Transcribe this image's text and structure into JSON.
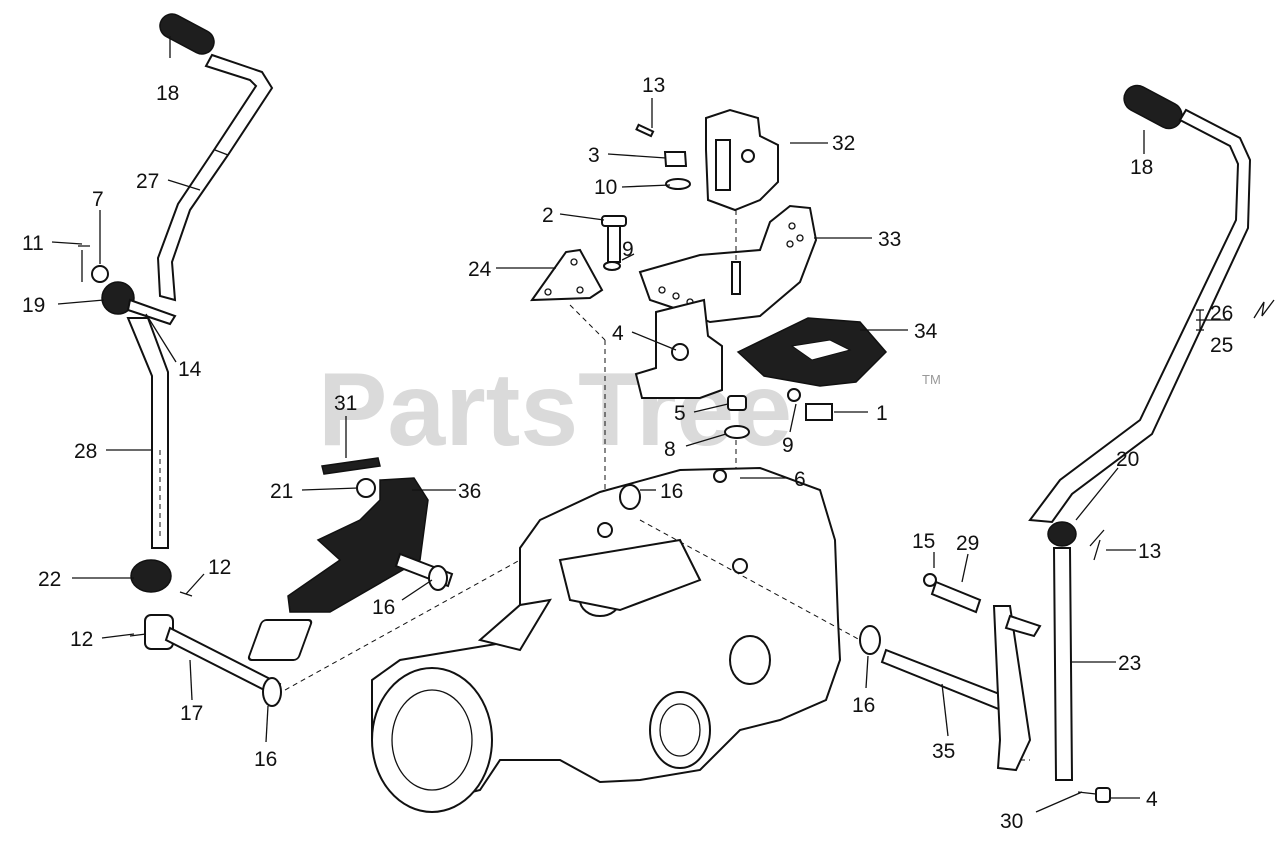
{
  "watermark": {
    "text": "PartsTree",
    "trademark": "TM"
  },
  "callouts": {
    "c1": "1",
    "c2": "2",
    "c3": "3",
    "c4a": "4",
    "c4b": "4",
    "c5": "5",
    "c6": "6",
    "c7": "7",
    "c8": "8",
    "c9a": "9",
    "c9b": "9",
    "c10": "10",
    "c11": "11",
    "c12a": "12",
    "c12b": "12",
    "c13a": "13",
    "c13b": "13",
    "c14": "14",
    "c15": "15",
    "c16a": "16",
    "c16b": "16",
    "c16c": "16",
    "c16d": "16",
    "c17": "17",
    "c18a": "18",
    "c18b": "18",
    "c19": "19",
    "c20": "20",
    "c21": "21",
    "c22": "22",
    "c23": "23",
    "c24": "24",
    "c25": "25",
    "c26": "26",
    "c27": "27",
    "c28": "28",
    "c29": "29",
    "c30": "30",
    "c31": "31",
    "c32": "32",
    "c33": "33",
    "c34": "34",
    "c35": "35",
    "c36": "36"
  }
}
